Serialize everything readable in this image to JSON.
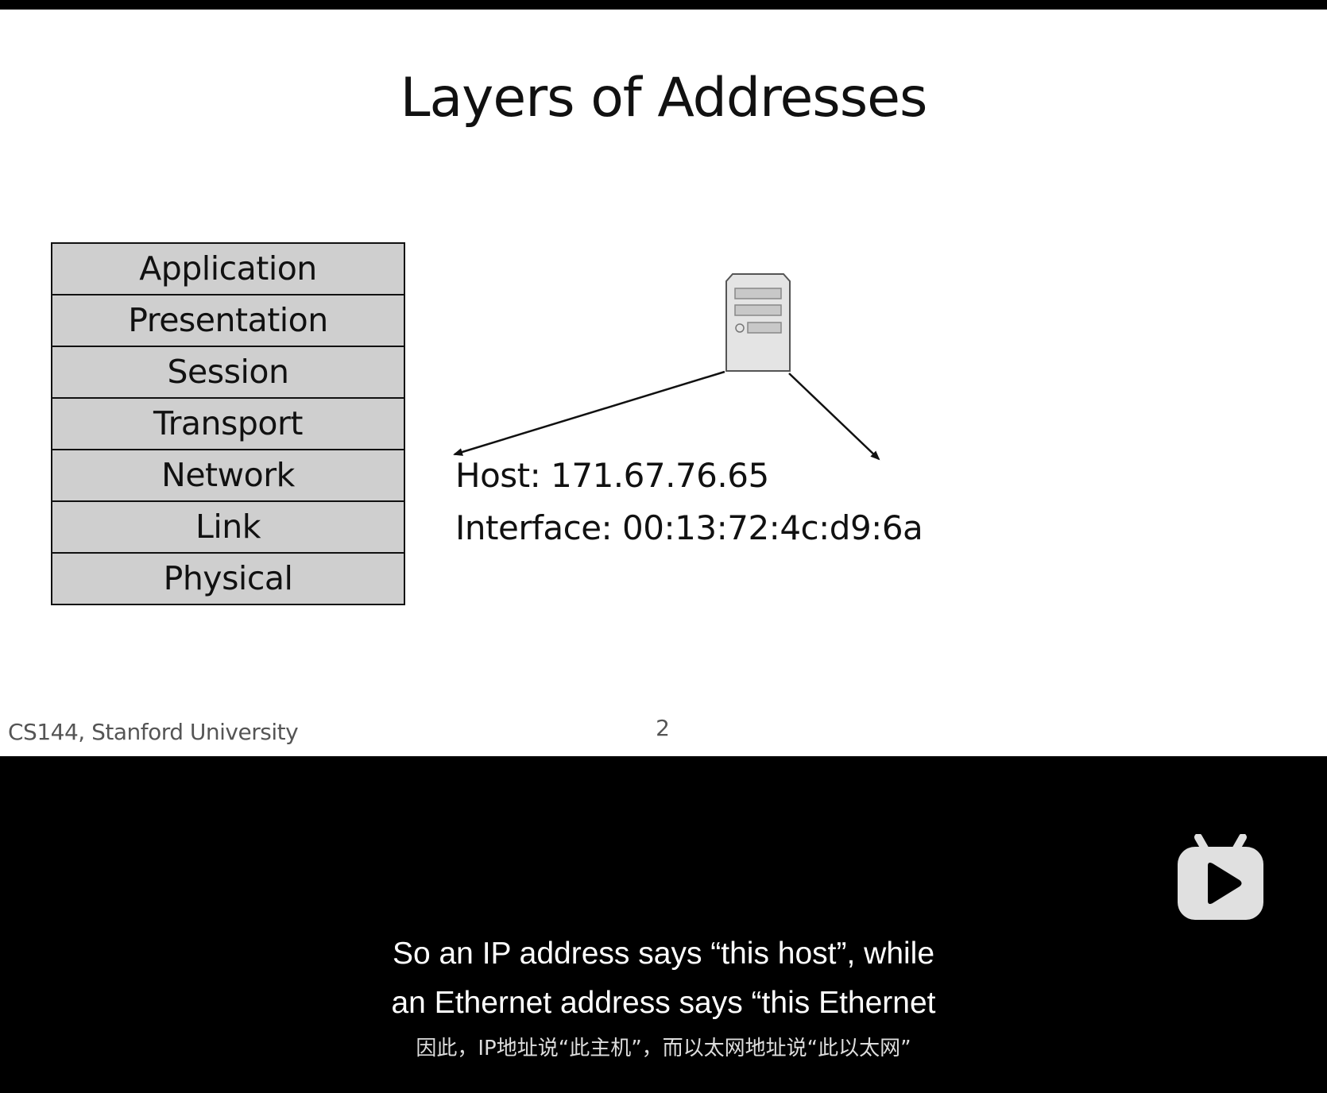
{
  "slide": {
    "title": "Layers of Addresses",
    "layers": [
      "Application",
      "Presentation",
      "Session",
      "Transport",
      "Network",
      "Link",
      "Physical"
    ],
    "host_address": "Host: 171.67.76.65",
    "interface_address": "Interface: 00:13:72:4c:d9:6a",
    "footer": "CS144, Stanford University",
    "page_number": "2"
  },
  "icons": {
    "server": "server-icon",
    "player_logo": "tv-play-logo-icon"
  },
  "colors": {
    "layer_fill": "#cfcfcf",
    "slide_background": "#ffffff",
    "player_background": "#000000",
    "logo": "#e0e0e0"
  },
  "subtitles": {
    "line1": "So an IP address says “this host”, while",
    "line2": "an Ethernet address says “this Ethernet",
    "chinese": "因此，IP地址说“此主机”，而以太网地址说“此以太网”"
  }
}
